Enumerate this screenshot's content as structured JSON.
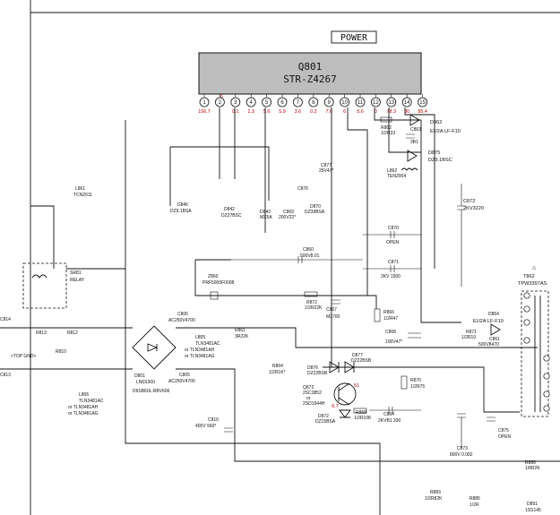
{
  "title": {
    "power_box": "POWER"
  },
  "ic": {
    "ref": "Q801",
    "part": "STR-Z4267"
  },
  "pins": [
    "1",
    "2",
    "3",
    "4",
    "5",
    "6",
    "7",
    "8",
    "9",
    "10",
    "11",
    "12",
    "13",
    "14",
    "15"
  ],
  "pin_voltages": [
    "156.7",
    "",
    "0.1",
    "2.3",
    "5.6",
    "5.9",
    "3.6",
    "0.3",
    "7.6",
    "6",
    "5.6",
    "0",
    "78.3",
    "80",
    "85.4"
  ],
  "pin_extra_voltage": "6",
  "components": {
    "d862": "D862",
    "d862_part": "EU2A LF-F10",
    "r862": "R862",
    "r862_val": "1/2R33",
    "c863": "C863",
    "c863_val": "3B1",
    "d875": "D875",
    "d875_part": "DZ9.1BSC",
    "l862": "L862",
    "l862_part": "TEN2004",
    "c872": "C872",
    "c872_val": "2KV3220",
    "c870": "C870",
    "c870_val": "OPEN",
    "c871": "C871",
    "c871_val": "2KV 1500",
    "c860": "C860",
    "c860_val": "500V8.01",
    "z860": "Z860",
    "z860_part": "PRF5000F0008",
    "r872": "R872",
    "r872_val": "1/2R22K",
    "c867": "C867",
    "c867_val": "M2700",
    "r866": "R866",
    "r866_val": "1/2R47",
    "c868": "C868",
    "c868_val": "100V47*",
    "d877": "D877",
    "d877_part": "DZ22BSB",
    "d876": "D876",
    "d876_part": "DZ22BSB",
    "r870": "R870",
    "r870_val": "1/2R75",
    "q872": "Q872",
    "q872_part": "2SC3852",
    "q872_or": "or",
    "q872_alt": "2SD1944H",
    "d872": "D872",
    "d872_part": "DZ15BSA",
    "r868": "R868",
    "r868_val": "1/2R10K",
    "c864": "C864",
    "c864_val": "2KVB1 330",
    "c873": "C873",
    "c873_val": "800V 0.082",
    "c875": "C875",
    "c875_val": "OPEN",
    "d845": "D845",
    "d845_part": "DZ9.1BSA",
    "d842": "D842",
    "d842_part": "DZ27BSC",
    "d843": "D843",
    "d843_part": "MX5A",
    "c869": "C869",
    "c869_val": "200V22*",
    "d870": "D870",
    "d870_part": "DZ39BSA",
    "c877": "C877",
    "c877_val": "25V47*",
    "c876": "C876",
    "l861": "L861",
    "l861_part": "TCN2011",
    "sr81": "SR81",
    "sr81_part": "RELAY",
    "c814": "C814",
    "c813": "C813",
    "r813": "R813",
    "r812": "R812",
    "r810": "R810",
    "top_gnd": "<TOP GND>",
    "c806": "C806",
    "c806_val": "AC250V4700",
    "l805": "L805",
    "l805_part": "TLN3481AC",
    "l805_alt1": "or TLN3481AH",
    "l805_alt2": "or TLN3481AG",
    "c805": "C805",
    "c805_val": "AC250V4700",
    "d801": "D801",
    "d801_part": "LN6S360",
    "d801_alt": "D6SB60L.RBV606",
    "l806": "L806",
    "l806_part": "TLN3481AC",
    "l806_alt1": "or TLN3481AH",
    "l806_alt2": "or TLN3481AG",
    "c810": "C810",
    "c810_val": "400V 560*",
    "r861": "R861",
    "r861_val": "3R22K",
    "r864": "R864",
    "r864_val": "1/2R1K*",
    "d864": "D864",
    "d864_part": "EU2A LF-F10",
    "r871": "R871",
    "r871_val": "1/2R10",
    "c861": "C861",
    "c861_val": "500V8470",
    "t862": "T862",
    "t862_part": "TPW3397AS",
    "r883": "R883",
    "r883_val": "1/2R82K",
    "r885": "R885",
    "r885_val": "1/2R",
    "d891": "D891",
    "d891_part": "1SS145",
    "r886": "R886",
    "r886_val": "1/8R2K",
    "voltage_51": "51",
    "voltage_67": "6.7"
  },
  "colors": {
    "line": "#111111",
    "voltage": "#c00000",
    "background": "#ffffff"
  }
}
